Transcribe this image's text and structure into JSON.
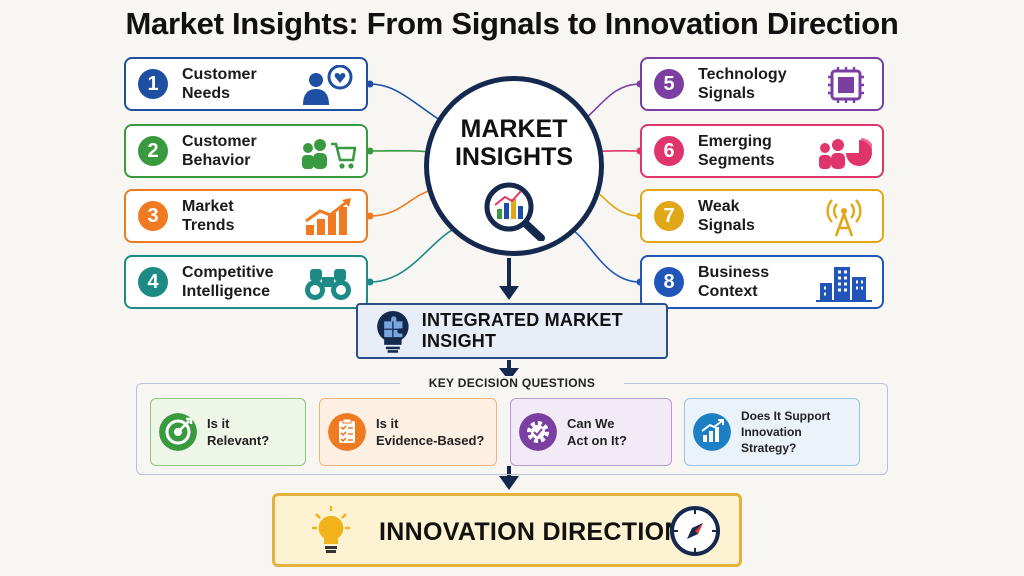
{
  "title": "Market Insights: From Signals to Innovation Direction",
  "hub": {
    "line1": "MARKET",
    "line2": "INSIGHTS",
    "icon": "magnifier-chart-icon"
  },
  "left_items": [
    {
      "num": "1",
      "line1": "Customer",
      "line2": "Needs",
      "color": "#1f4fa3",
      "icon": "customer-needs-icon"
    },
    {
      "num": "2",
      "line1": "Customer",
      "line2": "Behavior",
      "color": "#3a9a3f",
      "icon": "people-cart-icon"
    },
    {
      "num": "3",
      "line1": "Market",
      "line2": "Trends",
      "color": "#ef7a22",
      "icon": "trend-chart-icon"
    },
    {
      "num": "4",
      "line1": "Competitive",
      "line2": "Intelligence",
      "color": "#1d8a86",
      "icon": "binoculars-icon"
    }
  ],
  "right_items": [
    {
      "num": "5",
      "line1": "Technology",
      "line2": "Signals",
      "color": "#7a3fa0",
      "icon": "chip-icon"
    },
    {
      "num": "6",
      "line1": "Emerging",
      "line2": "Segments",
      "color": "#e0356b",
      "icon": "segments-pie-icon"
    },
    {
      "num": "7",
      "line1": "Weak",
      "line2": "Signals",
      "color": "#e0a819",
      "icon": "signal-tower-icon"
    },
    {
      "num": "8",
      "line1": "Business",
      "line2": "Context",
      "color": "#2255b8",
      "icon": "buildings-icon"
    }
  ],
  "integrated": {
    "label": "INTEGRATED MARKET INSIGHT",
    "icon": "puzzle-bulb-icon"
  },
  "key_questions": {
    "title": "KEY DECISION QUESTIONS",
    "items": [
      {
        "line1": "Is it",
        "line2": "Relevant?",
        "line3": "",
        "color": "#3a9a3f",
        "bg": "#eef6e8",
        "icon": "target-icon"
      },
      {
        "line1": "Is it",
        "line2": "Evidence-Based?",
        "line3": "",
        "color": "#ef7a22",
        "bg": "#fdf0e2",
        "icon": "checklist-icon"
      },
      {
        "line1": "Can We",
        "line2": "Act on It?",
        "line3": "",
        "color": "#7a3fa0",
        "bg": "#f2ebf6",
        "icon": "gear-check-icon"
      },
      {
        "line1": "Does It Support",
        "line2": "Innovation",
        "line3": "Strategy?",
        "color": "#1d7fc4",
        "bg": "#eaf2fa",
        "icon": "growth-chart-icon"
      }
    ]
  },
  "direction": {
    "label": "INNOVATION DIRECTION",
    "icon_left": "lightbulb-icon",
    "icon_right": "compass-icon"
  }
}
